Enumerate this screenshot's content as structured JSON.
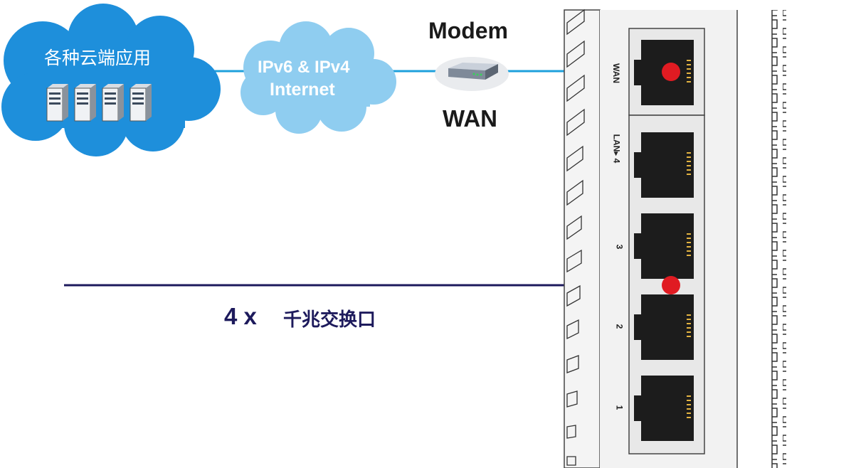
{
  "cloud": {
    "title": "各种云端应用"
  },
  "internet": {
    "line1": "IPv6 & IPv4",
    "line2": "Internet"
  },
  "modem": {
    "label": "Modem",
    "wan_label": "WAN"
  },
  "lan_callout": {
    "count": "4 x",
    "description": "千兆交换口"
  },
  "router_panel": {
    "ports": [
      {
        "label": "WAN"
      },
      {
        "label": "LAN▸ 4"
      },
      {
        "label": "3"
      },
      {
        "label": "2"
      },
      {
        "label": "1"
      }
    ]
  },
  "colors": {
    "cloud_blue": "#1e8fdb",
    "cloud_light_blue": "#8fcdf0",
    "link_line": "#1ea0dc",
    "lan_line": "#1d1a5c",
    "marker_red": "#e01b22"
  }
}
